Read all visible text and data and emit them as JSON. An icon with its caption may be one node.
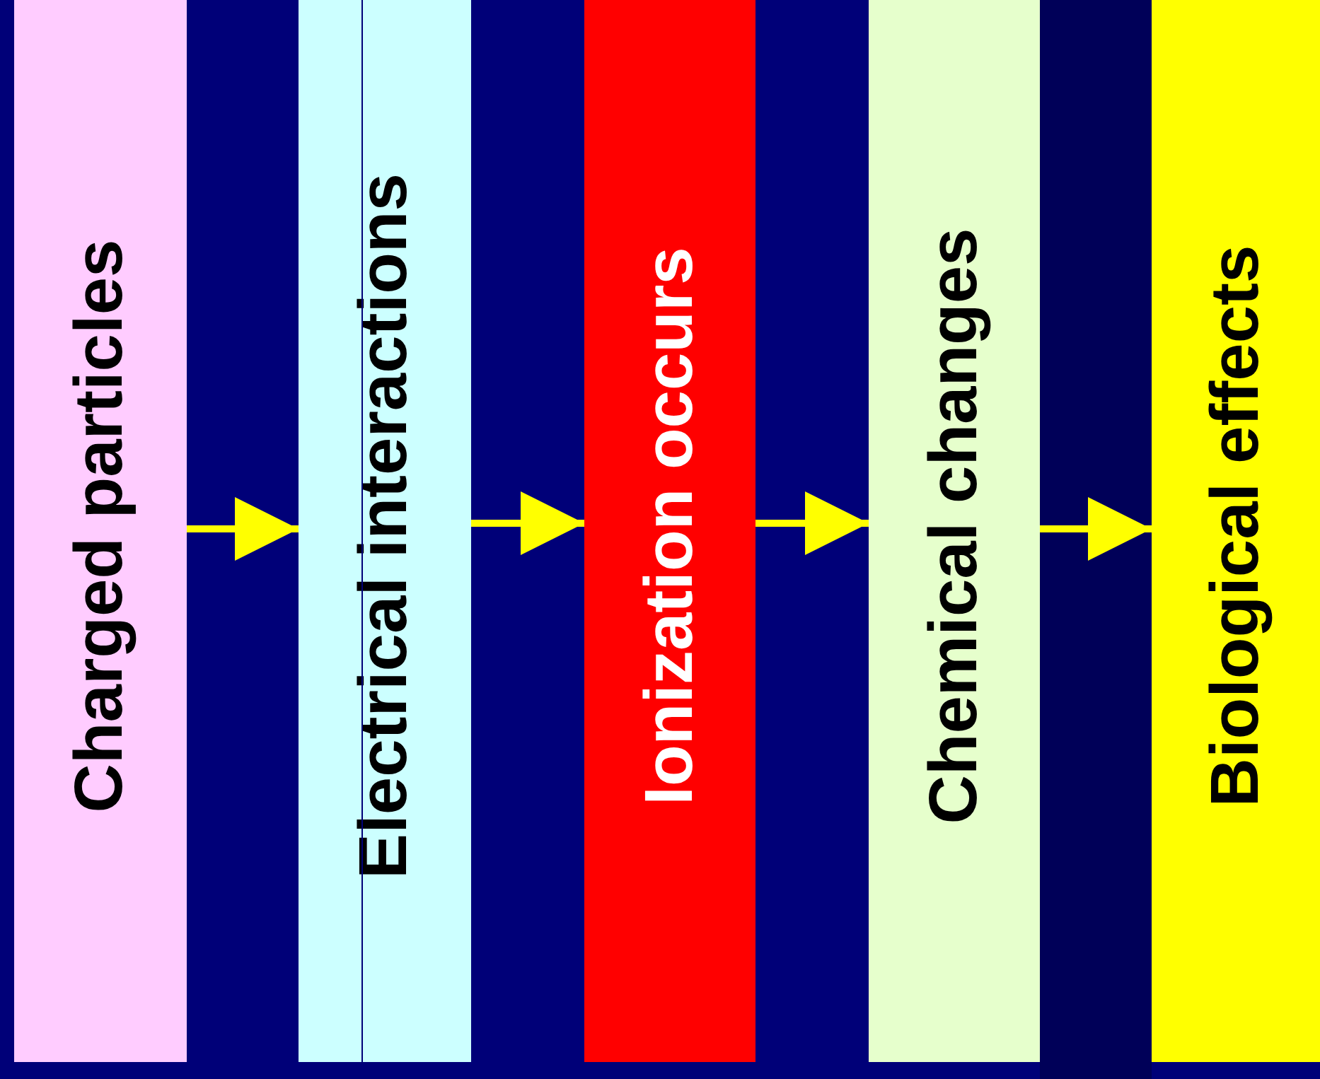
{
  "diagram": {
    "nodes": [
      {
        "text": [
          "Charged particles"
        ]
      },
      {
        "text": [
          "Electrical interactions"
        ]
      },
      {
        "text": [
          "Ionization occurs"
        ]
      },
      {
        "text": [
          "Chemical changes"
        ]
      },
      {
        "text": [
          "Biological effects"
        ]
      }
    ],
    "edges": [
      {
        "from": 0,
        "to": 1,
        "arrow": "to"
      },
      {
        "from": 1,
        "to": 2,
        "arrow": "to"
      },
      {
        "from": 2,
        "to": 3,
        "arrow": "to"
      },
      {
        "from": 3,
        "to": 4,
        "arrow": "to"
      }
    ]
  }
}
